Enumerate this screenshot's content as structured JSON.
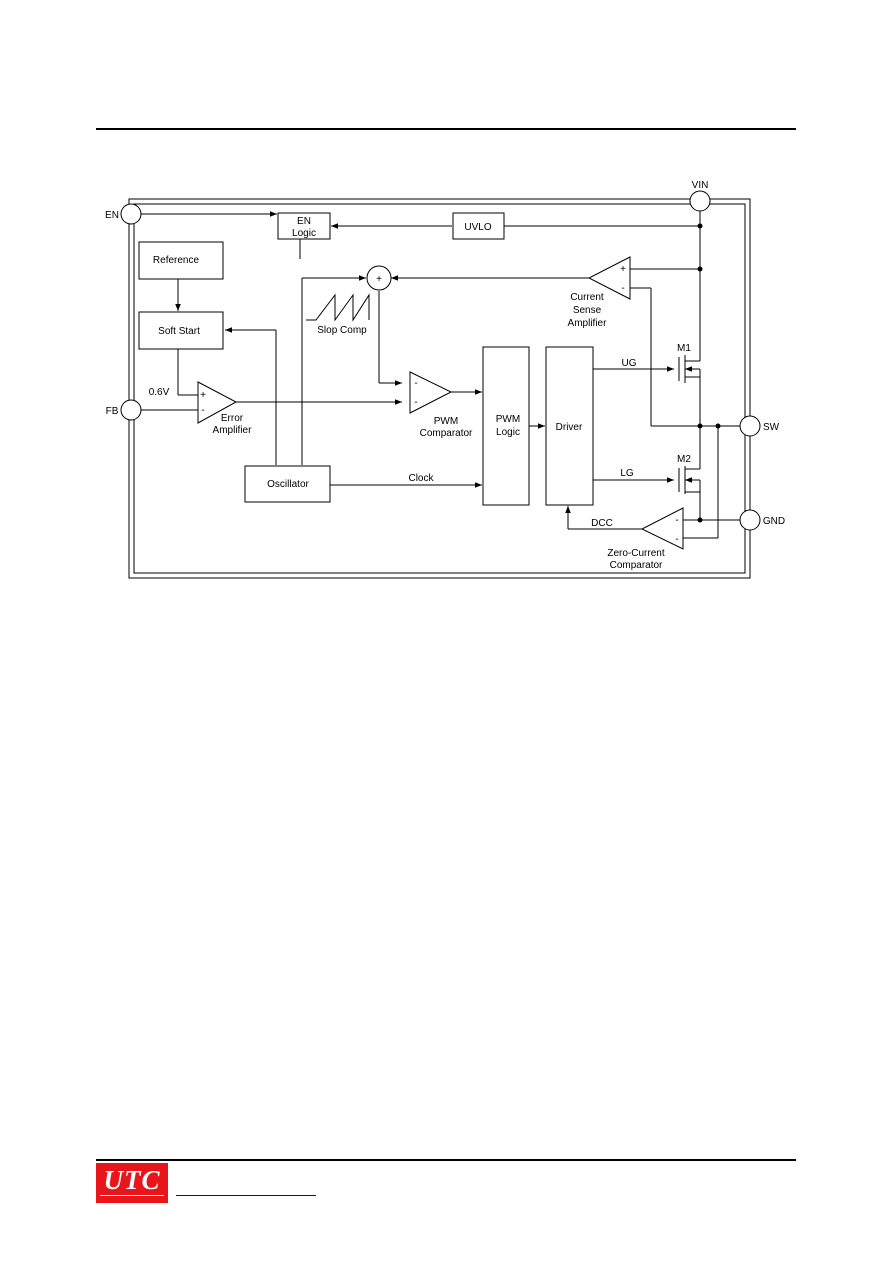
{
  "diagram": {
    "pins": {
      "en": "EN",
      "fb": "FB",
      "vin": "VIN",
      "sw": "SW",
      "gnd": "GND"
    },
    "blocks": {
      "en_logic": [
        "EN",
        "Logic"
      ],
      "uvlo": "UVLO",
      "reference": "Reference",
      "soft_start": "Soft Start",
      "oscillator": "Oscillator",
      "pwm_logic": [
        "PWM",
        "Logic"
      ],
      "driver": "Driver",
      "summer": "+"
    },
    "labels": {
      "ref_voltage": "0.6V",
      "error_amp": [
        "Error",
        "Amplifier"
      ],
      "pwm_comp": [
        "PWM",
        "Comparator"
      ],
      "slop_comp": "Slop Comp",
      "current_sense": [
        "Current",
        "Sense",
        "Amplifier"
      ],
      "zero_current": [
        "Zero-Current",
        "Comparator"
      ],
      "clock": "Clock",
      "ug": "UG",
      "lg": "LG",
      "dcc": "DCC",
      "m1": "M1",
      "m2": "M2",
      "plus": "+",
      "minus": "-"
    }
  },
  "footer": {
    "logo_text": "UTC"
  }
}
